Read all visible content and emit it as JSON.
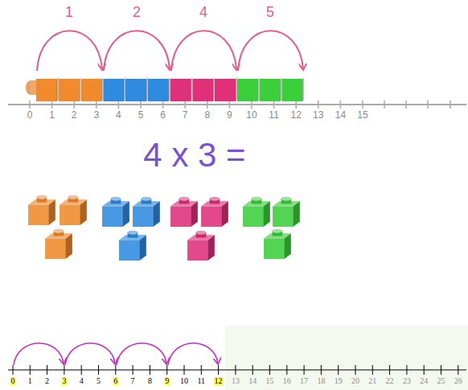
{
  "diagram": {
    "labels": [
      "1",
      "2",
      "4",
      "5",
      "0",
      "1",
      "2",
      "3",
      "4",
      "5",
      "6",
      "7",
      "8",
      "9",
      "10",
      "11",
      "12",
      "13",
      "14",
      "15",
      "4 x 3 =",
      "0",
      "1",
      "2",
      "3",
      "4",
      "5",
      "6",
      "7",
      "8",
      "9",
      "10",
      "11",
      "12",
      "13",
      "14",
      "15",
      "16",
      "17",
      "18",
      "19",
      "20",
      "21",
      "22",
      "23",
      "24",
      "25",
      "26"
    ]
  }
}
